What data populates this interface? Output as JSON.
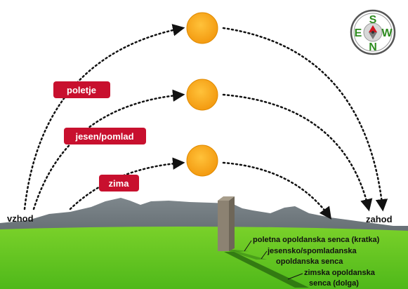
{
  "labels": {
    "sunrise": "vzhod",
    "sunset": "zahod",
    "summer": "poletje",
    "autumn_spring": "jesen/pomlad",
    "winter": "zima"
  },
  "shadows": {
    "summer_line1": "poletna opoldanska senca (kratka)",
    "equinox_line1": "jesensko/spomladanska",
    "equinox_line2": "opoldanska senca",
    "winter_line1": "zimska opoldanska",
    "winter_line2": "senca (dolga)"
  },
  "compass": {
    "north": "N",
    "south": "S",
    "east": "E",
    "west": "W"
  },
  "colors": {
    "sky": "#ffffff",
    "sun": "#f7a81b",
    "sun_edge": "#e08a00",
    "label_bg": "#c8102e",
    "grass": "#5ec41f",
    "mountains": "#6f7a80",
    "post": "#8c8272",
    "arc": "#111111"
  }
}
